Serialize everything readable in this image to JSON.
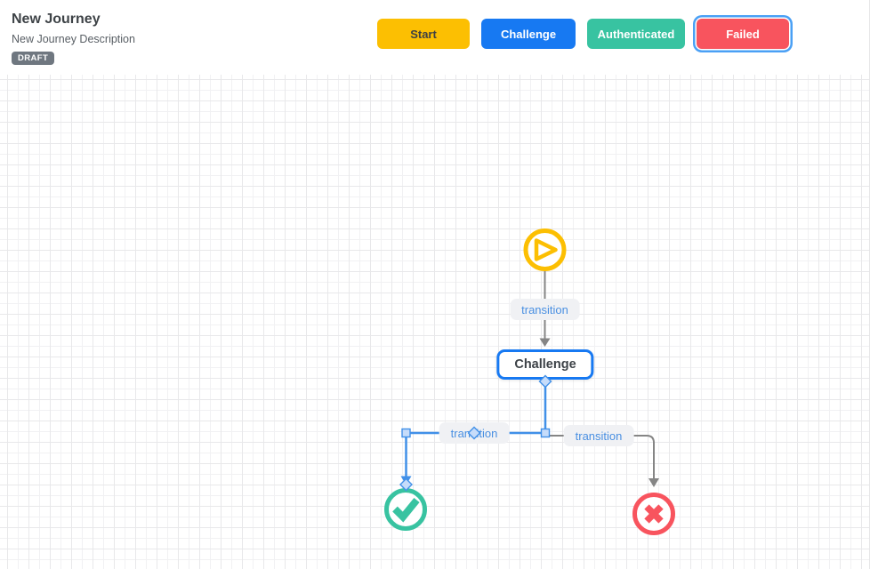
{
  "header": {
    "title": "New Journey",
    "description": "New Journey Description",
    "status_badge": "DRAFT"
  },
  "toolbar": {
    "buttons": [
      {
        "label": "Start",
        "selected": false
      },
      {
        "label": "Challenge",
        "selected": false
      },
      {
        "label": "Authenticated",
        "selected": false
      },
      {
        "label": "Failed",
        "selected": true
      }
    ]
  },
  "canvas": {
    "nodes": {
      "start": {
        "type": "start",
        "icon": "play-icon"
      },
      "challenge": {
        "type": "state",
        "label": "Challenge"
      },
      "authenticated": {
        "type": "success",
        "icon": "check-icon"
      },
      "failed": {
        "type": "failure",
        "icon": "x-icon"
      }
    },
    "edges": [
      {
        "label": "transition",
        "from": "start",
        "to": "challenge",
        "selected": false
      },
      {
        "label": "transition",
        "from": "challenge",
        "to": "authenticated",
        "selected": true
      },
      {
        "label": "transition",
        "from": "challenge",
        "to": "failed",
        "selected": false
      }
    ]
  },
  "colors": {
    "start-yellow": "#fcbf02",
    "challenge-blue": "#1779f2",
    "authenticated-teal": "#38c3a1",
    "failed-red": "#f8545e",
    "selection-blue": "#4190e8",
    "edge-gray": "#858585",
    "label-text-blue": "#4a90e2",
    "label-bg": "#f0f1f4",
    "badge-gray": "#6f7780"
  }
}
